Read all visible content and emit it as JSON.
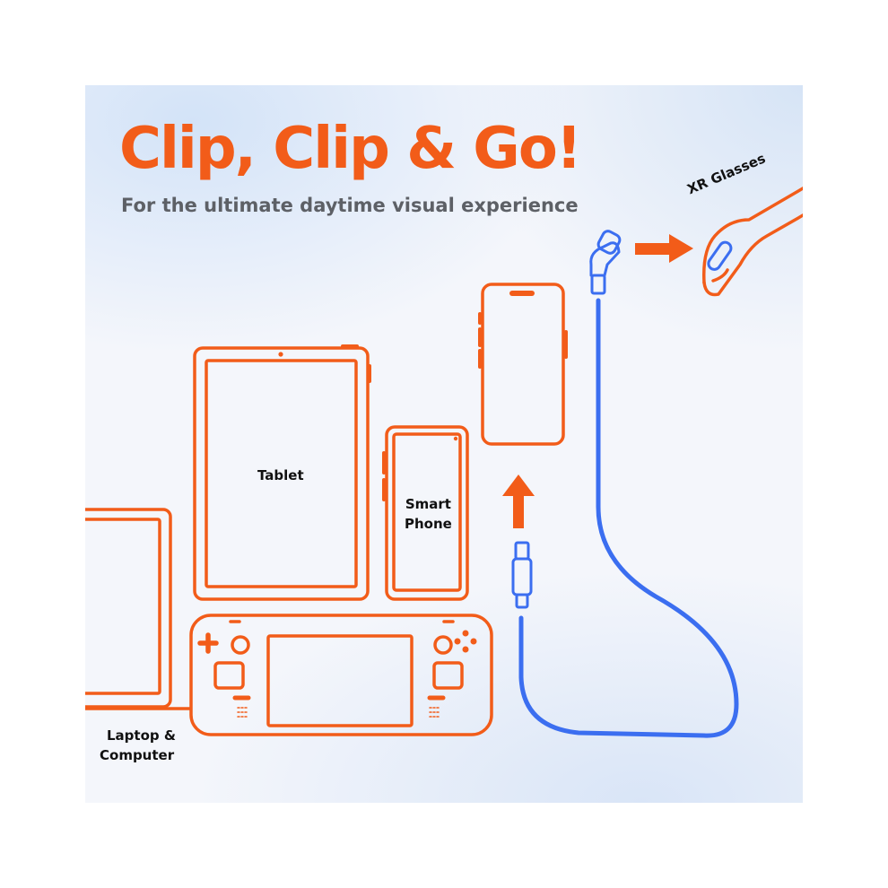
{
  "headline": "Clip, Clip & Go!",
  "tagline": "For the ultimate daytime visual experience",
  "labels": {
    "xr_glasses": "XR Glasses",
    "tablet": "Tablet",
    "smart_phone_line1": "Smart",
    "smart_phone_line2": "Phone",
    "laptop_line1": "Laptop &",
    "laptop_line2": "Computer"
  },
  "colors": {
    "accent_orange": "#f25c19",
    "cable_blue": "#3b6ef0",
    "tagline_gray": "#5d6066"
  },
  "icons": [
    "arrow-right-icon",
    "arrow-up-icon",
    "usb-c-connector-icon",
    "magnetic-clip-connector-icon"
  ]
}
